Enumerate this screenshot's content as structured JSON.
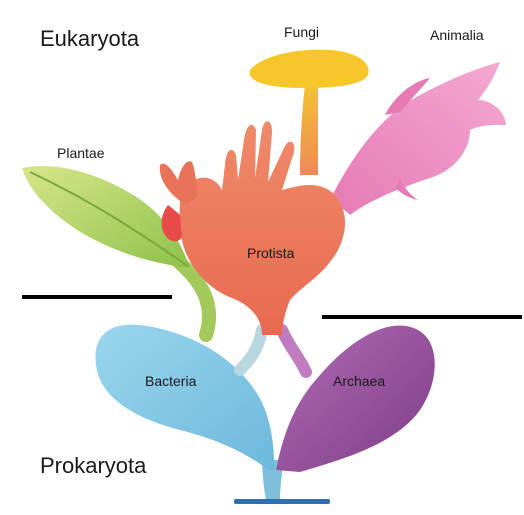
{
  "domains": {
    "eukaryota": "Eukaryota",
    "prokaryota": "Prokaryota"
  },
  "kingdoms": {
    "fungi": "Fungi",
    "animalia": "Animalia",
    "plantae": "Plantae",
    "protista": "Protista",
    "bacteria": "Bacteria",
    "archaea": "Archaea"
  },
  "colors": {
    "fungi": "#f7c62a",
    "animalia": "#ec8ec0",
    "plantae": "#a8cf4e",
    "protista": "#ec7a5c",
    "bacteria": "#8fcfe8",
    "archaea": "#9a4f9e",
    "root": "#2f6fb3"
  }
}
